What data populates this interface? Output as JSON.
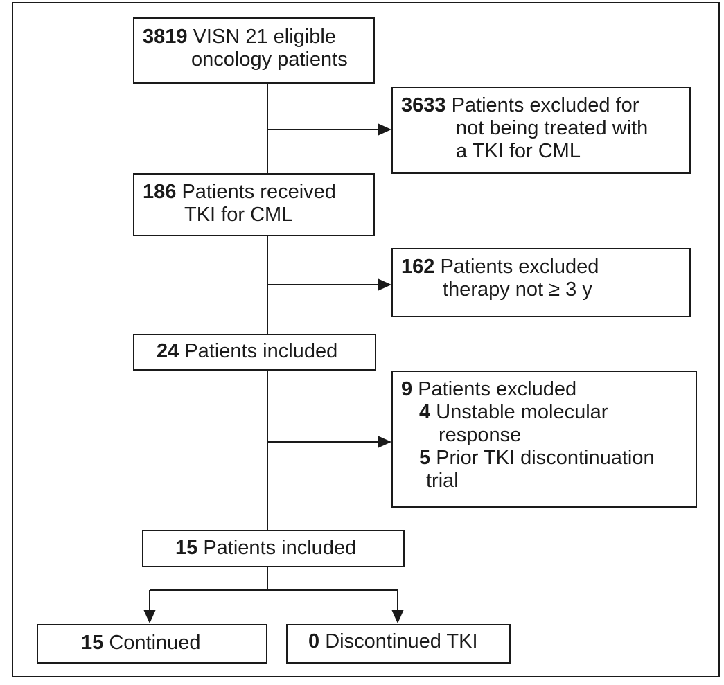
{
  "boxes": {
    "eligible": {
      "count": "3819",
      "lines": [
        "VISN 21 eligible",
        "oncology patients"
      ]
    },
    "excluded1": {
      "count": "3633",
      "lines": [
        "Patients excluded for",
        "not being treated with",
        "a TKI for CML"
      ]
    },
    "received": {
      "count": "186",
      "lines": [
        "Patients received",
        "TKI for CML"
      ]
    },
    "excluded2": {
      "count": "162",
      "lines": [
        "Patients excluded",
        "therapy not ≥ 3 y"
      ]
    },
    "included24": {
      "count": "24",
      "text": "Patients included"
    },
    "excluded3": {
      "count": "9",
      "text": "Patients excluded",
      "sub1": {
        "count": "4",
        "lines": [
          "Unstable molecular",
          "response"
        ]
      },
      "sub2": {
        "count": "5",
        "lines": [
          "Prior TKI discontinuation",
          "trial"
        ]
      }
    },
    "included15": {
      "count": "15",
      "text": "Patients included"
    },
    "continued": {
      "count": "15",
      "text": "Continued"
    },
    "discontinued": {
      "count": "0",
      "text": "Discontinued TKI"
    }
  },
  "colors": {
    "stroke": "#1a1a1a",
    "background": "#ffffff"
  }
}
